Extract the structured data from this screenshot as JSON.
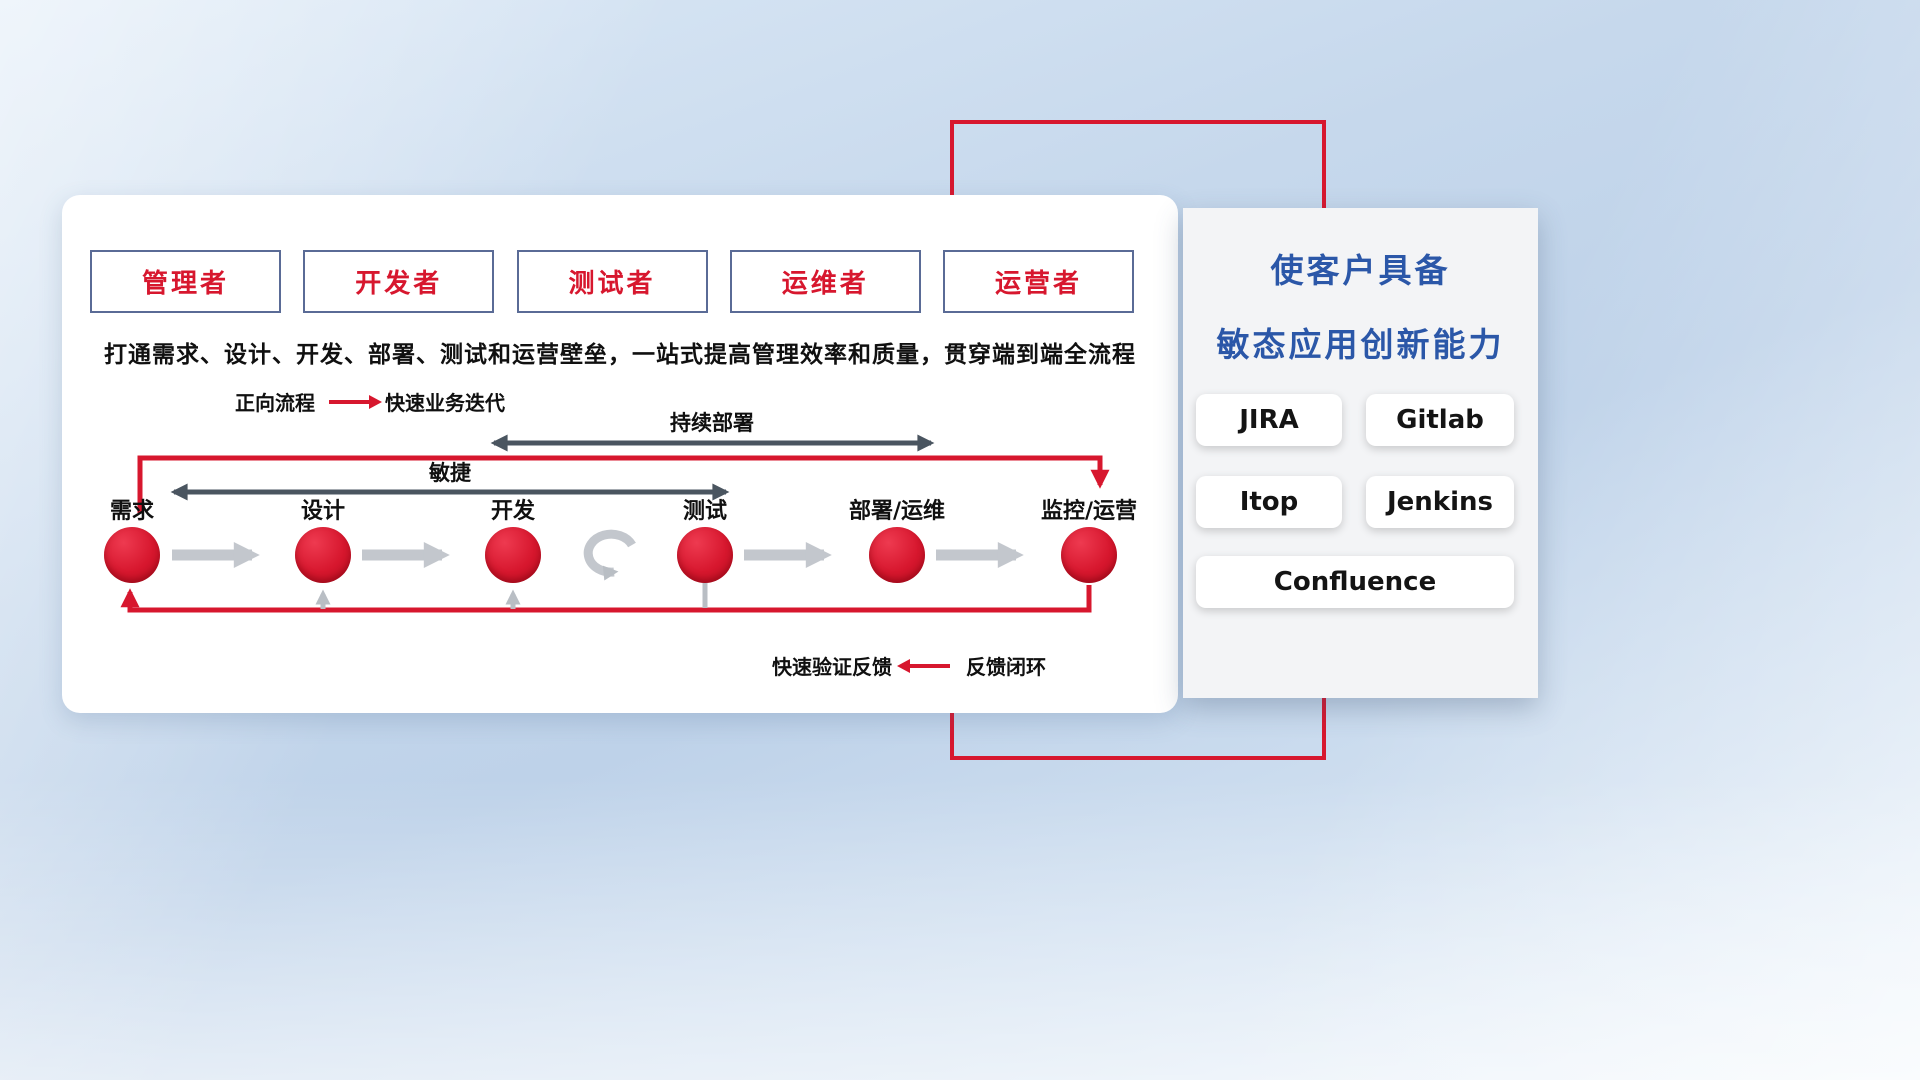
{
  "colors": {
    "red": "#d7172e",
    "blue": "#2b57a8",
    "dark_arrow": "#4a5560",
    "gray_arrow": "#c3c7cd"
  },
  "card": {
    "roles": [
      "管理者",
      "开发者",
      "测试者",
      "运维者",
      "运营者"
    ],
    "description": "打通需求、设计、开发、部署、测试和运营壁垒，一站式提高管理效率和质量，贯穿端到端全流程",
    "legend_forward": {
      "label": "正向流程",
      "caption": "快速业务迭代"
    },
    "arrow_continuous_deploy": "持续部署",
    "arrow_agile": "敏捷",
    "stages": [
      "需求",
      "设计",
      "开发",
      "测试",
      "部署/运维",
      "监控/运营"
    ],
    "legend_feedback": {
      "caption": "快速验证反馈",
      "label": "反馈闭环"
    },
    "icons": {
      "iteration_loop": "loop-arrow"
    }
  },
  "panel": {
    "title_line1": "使客户具备",
    "title_line2": "敏态应用创新能力",
    "tools": [
      "JIRA",
      "Gitlab",
      "Itop",
      "Jenkins",
      "Confluence"
    ]
  }
}
